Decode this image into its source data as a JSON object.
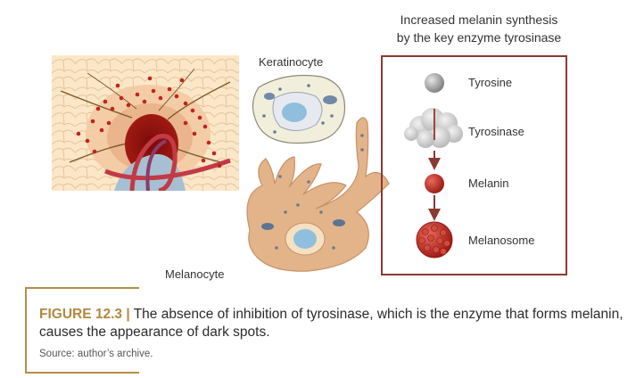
{
  "figure": {
    "label": "FIGURE 12.3 |",
    "caption": " The absence of inhibition of tyrosinase, which is the enzyme that forms melanin, causes the appearance of dark spots.",
    "source": "Source: author’s archive."
  },
  "illustration": {
    "keratinocyte_label": "Keratinocyte",
    "melanocyte_label": "Melanocyte"
  },
  "pathway": {
    "title_line1": "Increased melanin synthesis",
    "title_line2": "by the key enzyme tyrosinase",
    "steps": [
      {
        "label": "Tyrosine",
        "icon": "tyrosine-sphere-icon"
      },
      {
        "label": "Tyrosinase",
        "icon": "tyrosinase-enzyme-icon"
      },
      {
        "label": "Melanin",
        "icon": "melanin-sphere-icon"
      },
      {
        "label": "Melanosome",
        "icon": "melanosome-icon"
      }
    ]
  },
  "colors": {
    "accent": "#b5863f",
    "box_border": "#8a3a31",
    "melanin": "#b5241f",
    "tyrosine": "#8a8a8a",
    "cell": "#e3b48a"
  }
}
